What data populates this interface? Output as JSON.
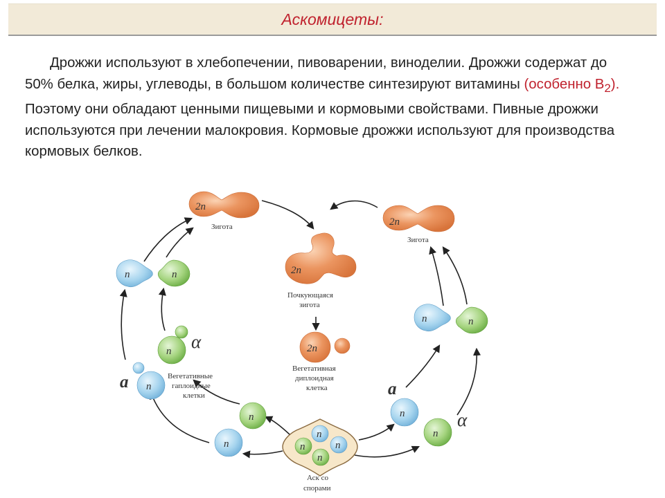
{
  "header": {
    "title": "Аскомицеты:"
  },
  "text": {
    "p_before_red": "Дрожжи используют в хлебопечении, пивоварении, виноделии. Дрожжи содержат до 50% белка, жиры, углеводы, в большом количестве синтезируют витамины ",
    "red_prefix": "(особенно B",
    "red_sub": "2",
    "red_suffix": ").",
    "p_after_red": " Поэтому они обладают ценными пищевыми и кормовыми свойствами. Пивные дрожжи используются при лечении малокровия. Кормовые дрожжи используют для производства кормовых белков."
  },
  "diagram": {
    "ploidy_2n": "2n",
    "ploidy_n": "n",
    "mating_a": "a",
    "mating_alpha": "α",
    "label_zygote_left": "Зигота",
    "label_zygote_right": "Зигота",
    "label_budding_1": "Почкующаяся",
    "label_budding_2": "зигота",
    "label_veg_dipl_1": "Вегетативная",
    "label_veg_dipl_2": "диплоидная",
    "label_veg_dipl_3": "клетка",
    "label_veg_hapl_1": "Вегетативные",
    "label_veg_hapl_2": "гаплоидные",
    "label_veg_hapl_3": "клетки",
    "label_ascus_1": "Аск со",
    "label_ascus_2": "спорами"
  },
  "colors": {
    "title": "#c0222e",
    "diploid": "#e88a50",
    "haploid_a": "#9fcde8",
    "haploid_alpha": "#9ecf78"
  }
}
